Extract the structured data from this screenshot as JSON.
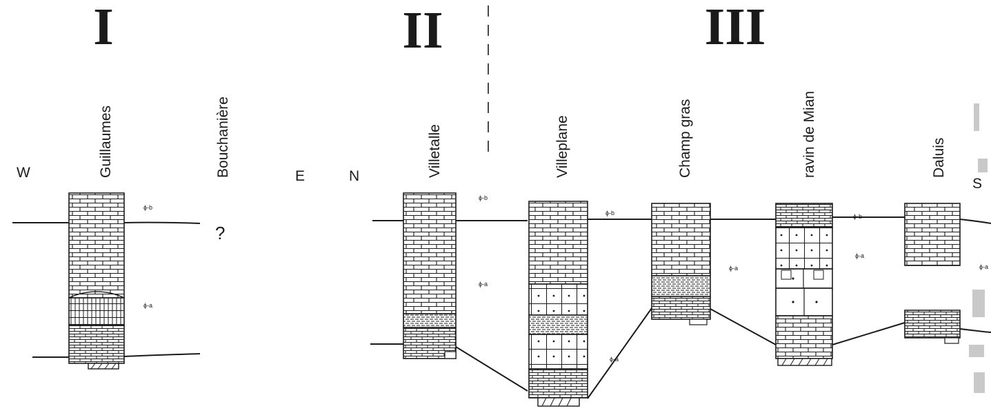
{
  "groups": [
    {
      "numeral": "I"
    },
    {
      "numeral": "II"
    },
    {
      "numeral": "III"
    }
  ],
  "orientation": {
    "west": "W",
    "east": "E",
    "north": "N",
    "south": "S"
  },
  "columns": [
    {
      "id": "guillaumes",
      "name": "Guillaumes"
    },
    {
      "id": "bouchaniere",
      "name": "Bouchanière"
    },
    {
      "id": "villetalle",
      "name": "Villetalle"
    },
    {
      "id": "villeplane",
      "name": "Villeplane"
    },
    {
      "id": "champ-gras",
      "name": "Champ  gras"
    },
    {
      "id": "ravin-de-mian",
      "name": "ravin de Mian"
    },
    {
      "id": "daluis",
      "name": "Daluis"
    }
  ],
  "unknown_mark": "?",
  "fossil_markers": [
    {
      "text": "ɸ-b"
    },
    {
      "text": "ɸ-a"
    },
    {
      "text": "ɸ-b"
    },
    {
      "text": "ɸ-a"
    },
    {
      "text": "ɸ-b"
    },
    {
      "text": "ɸ-a"
    },
    {
      "text": "ɸ-a"
    },
    {
      "text": "ɸ-b"
    },
    {
      "text": "ɸ-a"
    },
    {
      "text": "ɸ-a"
    }
  ],
  "colors": {
    "ink": "#1a1a1a",
    "paper": "#ffffff",
    "ghost": "#c9c9c9"
  }
}
